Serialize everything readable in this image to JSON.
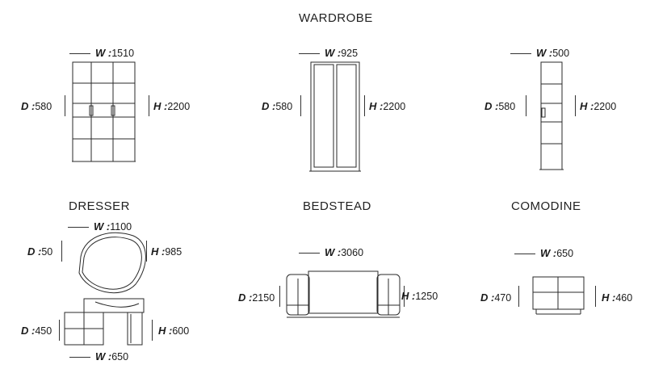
{
  "titles": {
    "wardrobe": "WARDROBE",
    "dresser": "DRESSER",
    "bedstead": "BEDSTEAD",
    "comodine": "COMODINE"
  },
  "wardrobe_1": {
    "w_label": "W :",
    "w": "1510",
    "d_label": "D :",
    "d": "580",
    "h_label": "H :",
    "h": "2200"
  },
  "wardrobe_2": {
    "w_label": "W :",
    "w": "925",
    "d_label": "D :",
    "d": "580",
    "h_label": "H :",
    "h": "2200"
  },
  "wardrobe_3": {
    "w_label": "W :",
    "w": "500",
    "d_label": "D :",
    "d": "580",
    "h_label": "H :",
    "h": "2200"
  },
  "dresser_mirror": {
    "w_label": "W :",
    "w": "1100",
    "d_label": "D :",
    "d": "50",
    "h_label": "H :",
    "h": "985"
  },
  "dresser_table": {
    "w_label": "W :",
    "w": "650",
    "d_label": "D :",
    "d": "450",
    "h_label": "H :",
    "h": "600"
  },
  "bedstead": {
    "w_label": "W :",
    "w": "3060",
    "d_label": "D :",
    "d": "2150",
    "h_label": "H :",
    "h": "1250"
  },
  "comodine": {
    "w_label": "W :",
    "w": "650",
    "d_label": "D :",
    "d": "470",
    "h_label": "H :",
    "h": "460"
  }
}
